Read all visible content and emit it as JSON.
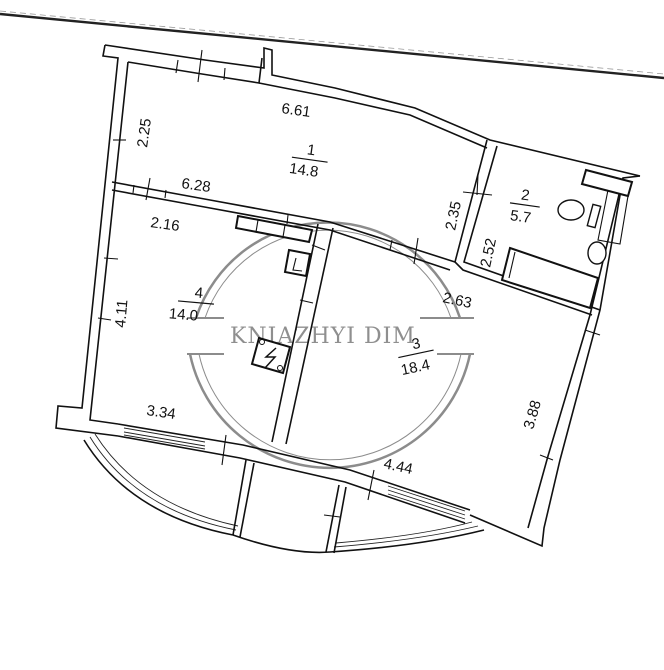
{
  "plan": {
    "type": "apartment floor plan",
    "rooms": [
      {
        "number": "1",
        "area": "14.8"
      },
      {
        "number": "2",
        "area": "5.7"
      },
      {
        "number": "3",
        "area": "18.4"
      },
      {
        "number": "4",
        "area": "14.0"
      }
    ],
    "dimensions": {
      "d_661": "6.61",
      "d_225": "2.25",
      "d_628": "6.28",
      "d_216": "2.16",
      "d_235": "2.35",
      "d_252": "2.52",
      "d_263": "2.63",
      "d_411": "4.11",
      "d_334": "3.34",
      "d_388": "3.88",
      "d_444": "4.44"
    },
    "icons": {
      "electrical_panel": "lightning-bolt",
      "toilet": "toilet",
      "bathtub": "bathtub",
      "sink": "sink",
      "stove": "stove"
    }
  },
  "watermark": {
    "text": "KNIAZHYI DIM",
    "color": "#8f8f8f"
  }
}
